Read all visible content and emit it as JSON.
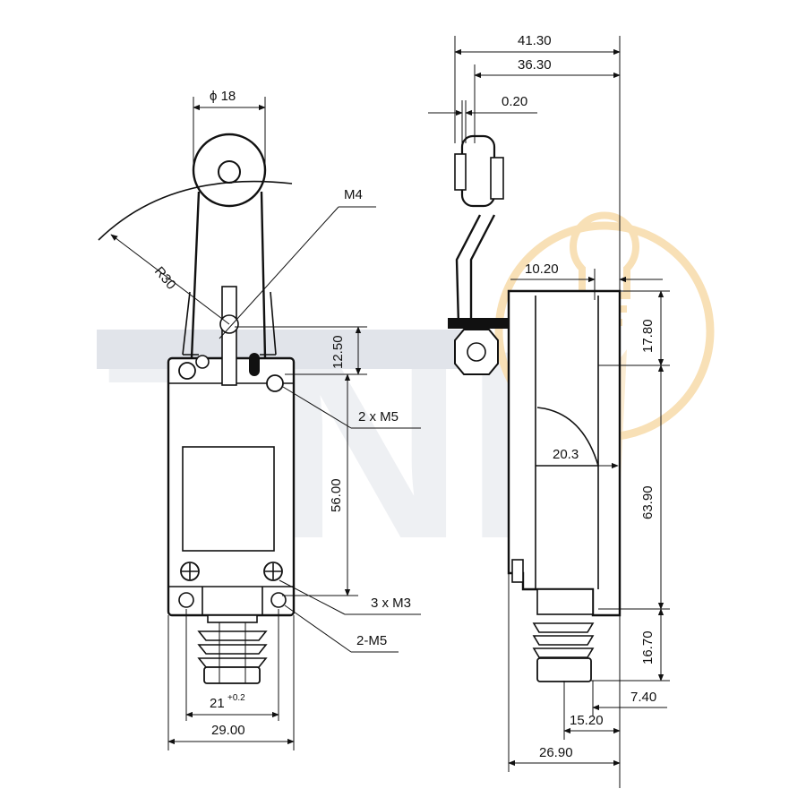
{
  "watermark": {
    "letters": "TNI",
    "bar_color": "#c9ced9",
    "letter_color": "#c9ced9",
    "logo_color": "#f3c77a",
    "icon": "bulb-icon"
  },
  "front_view": {
    "dims": {
      "roller_diameter": "ϕ 18",
      "radius": "R30",
      "thread_m4": "M4",
      "height_12_50": "12.50",
      "height_56_00": "56.00",
      "mount_2xm5": "2 x M5",
      "screws_3xm3": "3 x M3",
      "holes_2m5": "2-M5",
      "width_21": "21",
      "width_21_tol": "+0.2",
      "width_29_00": "29.00"
    }
  },
  "side_view": {
    "dims": {
      "w_41_30": "41.30",
      "w_36_30": "36.30",
      "w_0_20": "0.20",
      "w_10_20": "10.20",
      "h_17_80": "17.80",
      "r_20_3": "20.3",
      "h_63_90": "63.90",
      "h_16_70": "16.70",
      "w_7_40": "7.40",
      "w_15_20": "15.20",
      "w_26_90": "26.90"
    }
  },
  "colors": {
    "line": "#111111",
    "background": "#ffffff"
  }
}
